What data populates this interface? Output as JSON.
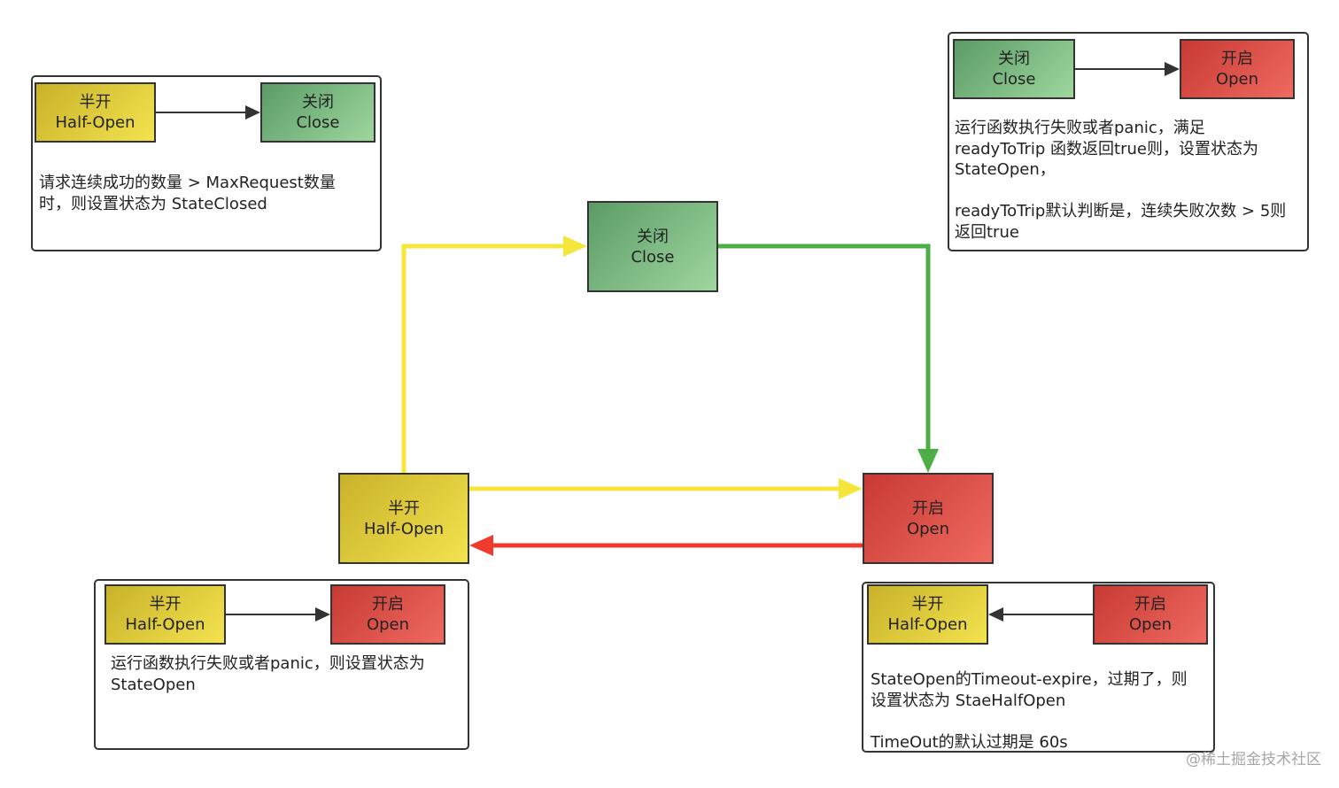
{
  "states": {
    "half_open": {
      "cn": "半开",
      "en": "Half-Open"
    },
    "close": {
      "cn": "关闭",
      "en": "Close"
    },
    "open": {
      "cn": "开启",
      "en": "Open"
    }
  },
  "notes": {
    "half_to_close": "请求连续成功的数量 > MaxRequest数量\n时，则设置状态为 StateClosed",
    "close_to_open": "运行函数执行失败或者panic，满足\nreadyToTrip 函数返回true则，设置状态为\nStateOpen，\n\nreadyToTrip默认判断是，连续失败次数 > 5则\n返回true",
    "half_to_open": "运行函数执行失败或者panic，则设置状态为\nStateOpen",
    "open_to_half": "StateOpen的Timeout-expire，过期了，则\n设置状态为 StaeHalfOpen\n\nTimeOut的默认过期是 60s"
  },
  "colors": {
    "half_open": "#f0dd45",
    "close": "#7dbb7f",
    "open": "#dd4b42",
    "arrow_yellow": "#f4e63a",
    "arrow_green": "#4caf45",
    "arrow_red": "#f03a2e"
  },
  "watermark": "@稀土掘金技术社区"
}
